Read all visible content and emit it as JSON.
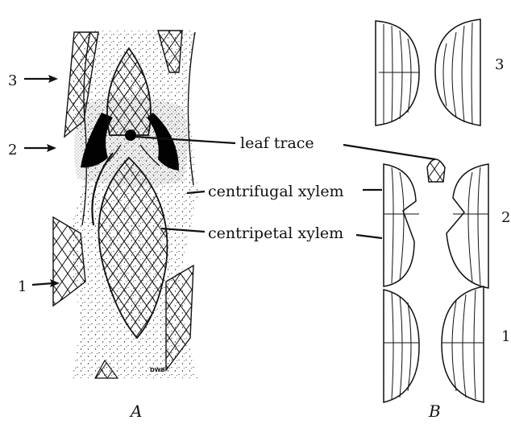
{
  "labels": {
    "leaf_trace": "leaf trace",
    "centrifugal_xylem": "centrifugal xylem",
    "centripetal_xylem": "centripetal xylem",
    "left_num_3": "3",
    "left_num_2": "2",
    "left_num_1": "1",
    "right_num_3": "3",
    "right_num_2": "2",
    "right_num_1": "1",
    "panel_a": "A",
    "panel_b": "B",
    "signature": "DWB"
  }
}
